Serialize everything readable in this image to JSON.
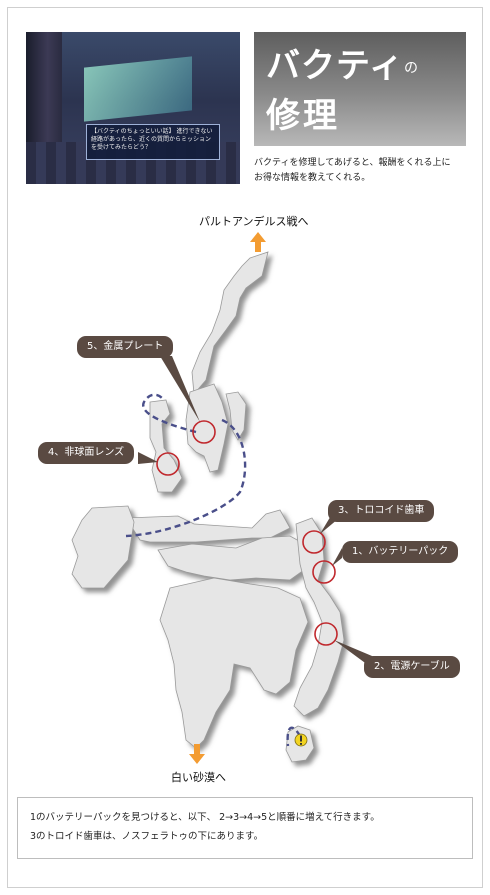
{
  "header": {
    "title_main": "バクティ",
    "title_particle": "の",
    "title_line2": "修理",
    "subtitle_line1": "バクティを修理してあげると、報酬をくれる上に",
    "subtitle_line2": "お得な情報を教えてくれる。",
    "screenshot_dialog": "【バクティのちょっといい話】 進行できない経路があったら、近くの質問からミッションを受けてみたらどう？"
  },
  "map": {
    "exit_top_label": "パルトアンデルス戦へ",
    "exit_bottom_label": "白い砂漠へ",
    "callouts": {
      "c1": "1、バッテリーパック",
      "c2": "2、電源ケーブル",
      "c3": "3、トロコイド歯車",
      "c4": "4、非球面レンズ",
      "c5": "5、金属プレート"
    },
    "colors": {
      "floor": "#e6e6e6",
      "wall_shadow": "#7a7a7a",
      "marker_circle": "#c0282d",
      "dashed_route": "#4a4f8a",
      "exit_arrow": "#f39c32",
      "callout_bg": "#5a4a42",
      "npc_marker": "#f2d422"
    },
    "npc_icon": "exclamation-marker-icon"
  },
  "note": {
    "line1": "1のバッテリーパックを見つけると、以下、 2→3→4→5と順番に増えて行きます。",
    "line2": "3のトロイド歯車は、ノスフェラトゥの下にあります。"
  }
}
